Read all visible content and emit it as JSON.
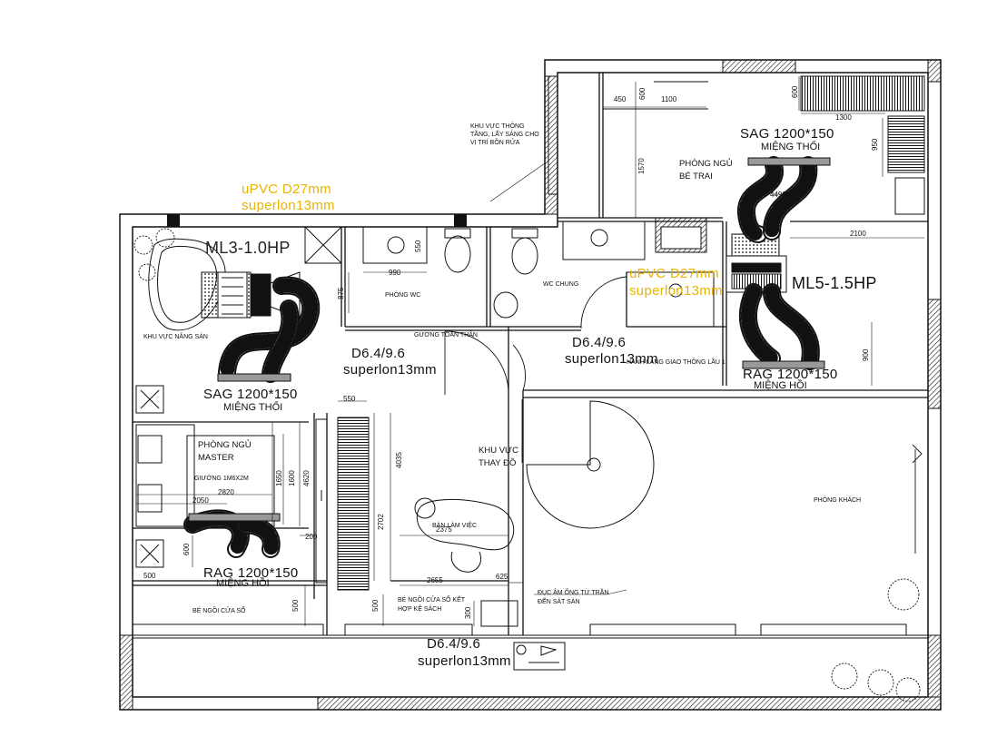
{
  "colors": {
    "line": "#111111",
    "pipe_yellow": "#e8b400",
    "background": "#ffffff"
  },
  "rooms": {
    "master_bedroom": "PHÒNG NGỦ MASTER",
    "master_bedroom_line1": "PHÒNG NGỦ",
    "master_bedroom_line2": "MASTER",
    "bed": "GIƯỜNG 1M6X2M",
    "boy_bedroom_line1": "PHÒNG NGỦ",
    "boy_bedroom_line2": "BÉ TRAI",
    "wc_room": "PHÒNG WC",
    "wc_common": "WC CHUNG",
    "living_room": "PHÒNG KHÁCH",
    "dressing_line1": "KHU VỰC",
    "dressing_line2": "THAY ĐỒ",
    "work_desk": "BÀN LÀM VIỆC",
    "relax_area": "KHU VỰC NẰNG SÀN",
    "mirror": "GƯƠNG TOÀN THÂN",
    "corridor": "HÀNH LANG GIAO THÔNG LẦU 1",
    "window_bench": "BÉ NGỒI CỬA SỔ",
    "bench_shelf_line1": "BÉ NGỒI CỬA SỔ KẾT",
    "bench_shelf_line2": "HỢP KỆ SÁCH",
    "light_well_line1": "KHU VỰC THÔNG",
    "light_well_line2": "TẦNG, LẤY SÁNG CHO",
    "light_well_line3": "VỊ TRÍ BỒN RỬA"
  },
  "hvac": {
    "unit_left": "ML3-1.0HP",
    "unit_right": "ML5-1.5HP",
    "sag_top": "SAG 1200*150",
    "sag_top_sub": "MIỆNG THỔI",
    "sag_left": "SAG 1200*150",
    "sag_left_sub": "MIỆNG THỔI",
    "rag_right": "RAG 1200*150",
    "rag_right_sub": "MIỆNG HỒI",
    "rag_left": "RAG 1200*150",
    "rag_left_sub": "MIỆNG HỒI",
    "pipe_upvc": "uPVC D27mm",
    "pipe_insul": "superlon13mm",
    "pipe_upvc_2": "uPVC D27mm",
    "pipe_insul_2": "superlon13mm",
    "copper_1": "D6.4/9.6",
    "copper_1_insul": "superlon13mm",
    "copper_2": "D6.4/9.6",
    "copper_2_insul": "superlon13mm",
    "copper_3": "D6.4/9.6",
    "copper_3_insul": "superlon13mm",
    "drop_note_line1": "ĐỤC ÂM ỐNG TỪ TRẦN",
    "drop_note_line2": "ĐẾN SÁT SÀN"
  },
  "dims": {
    "d450": "450",
    "d1100": "1100",
    "d600a": "600",
    "d600b": "600",
    "d1300": "1300",
    "d950": "950",
    "d1570": "1570",
    "d4499": "4499",
    "d2100": "2100",
    "d550a": "550",
    "d990": "990",
    "d875": "875",
    "d900": "900",
    "d550b": "550",
    "d4035": "4035",
    "d2702": "2702",
    "d4620": "4620",
    "d1650": "1650",
    "d1600": "1600",
    "d2820": "2820",
    "d2050": "2050",
    "d2375": "2375",
    "d2655": "2655",
    "d625": "625",
    "d500a": "500",
    "d500b": "500",
    "d500c": "500",
    "d300": "300",
    "d200": "200",
    "d600c": "600"
  }
}
